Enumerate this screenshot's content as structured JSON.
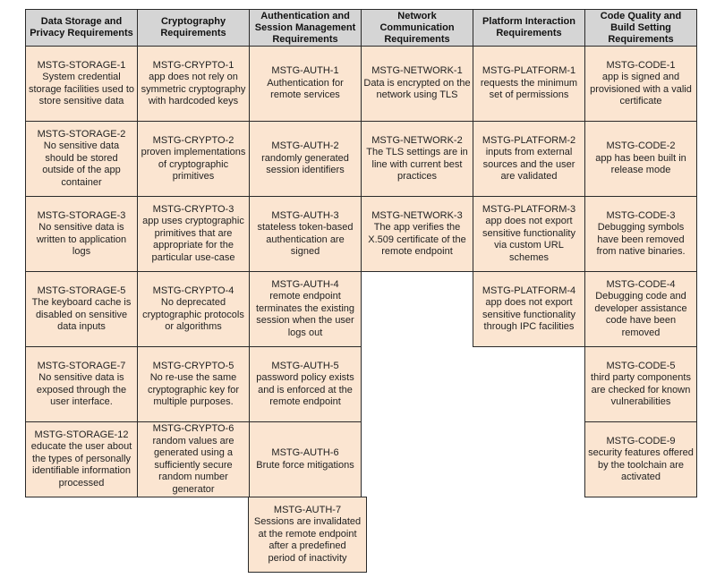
{
  "palette": {
    "page_bg": "#ffffff",
    "header_bg": "#d5d5d5",
    "cell_bg": "#fbe5d1",
    "border": "#2a2a2a",
    "text": "#1f1f1f"
  },
  "table": {
    "columns": [
      {
        "key": "storage",
        "header": "Data Storage and Privacy Requirements",
        "cells": [
          {
            "id": "MSTG-STORAGE-1",
            "text": "System credential storage facilities used to store sensitive data"
          },
          {
            "id": "MSTG-STORAGE-2",
            "text": "No sensitive data should be stored outside of the app container"
          },
          {
            "id": "MSTG-STORAGE-3",
            "text": "No sensitive data is written to application logs"
          },
          {
            "id": "MSTG-STORAGE-5",
            "text": "The keyboard cache is disabled on sensitive data inputs"
          },
          {
            "id": "MSTG-STORAGE-7",
            "text": "No sensitive data is exposed through the user interface."
          },
          {
            "id": "MSTG-STORAGE-12",
            "text": "educate the user about the types of personally identifiable information processed"
          }
        ]
      },
      {
        "key": "crypto",
        "header": "Cryptography Requirements",
        "cells": [
          {
            "id": "MSTG-CRYPTO-1",
            "text": "app does not rely on symmetric cryptography with hardcoded keys"
          },
          {
            "id": "MSTG-CRYPTO-2",
            "text": "proven implementations of cryptographic primitives"
          },
          {
            "id": "MSTG-CRYPTO-3",
            "text": "app uses cryptographic primitives that are appropriate for the particular use-case"
          },
          {
            "id": "MSTG-CRYPTO-4",
            "text": "No deprecated cryptographic protocols or algorithms"
          },
          {
            "id": "MSTG-CRYPTO-5",
            "text": "No re-use the same cryptographic key for multiple purposes."
          },
          {
            "id": "MSTG-CRYPTO-6",
            "text": "random values are generated using a sufficiently secure random number generator"
          }
        ]
      },
      {
        "key": "auth",
        "header": "Authentication and Session Management Requirements",
        "cells": [
          {
            "id": "MSTG-AUTH-1",
            "text": "Authentication for remote services"
          },
          {
            "id": "MSTG-AUTH-2",
            "text": "randomly generated session identifiers"
          },
          {
            "id": "MSTG-AUTH-3",
            "text": "stateless token-based authentication are signed"
          },
          {
            "id": "MSTG-AUTH-4",
            "text": "remote endpoint terminates the existing session when the user logs out"
          },
          {
            "id": "MSTG-AUTH-5",
            "text": "password policy exists and is enforced at the remote endpoint"
          },
          {
            "id": "MSTG-AUTH-6",
            "text": "Brute force mitigations"
          },
          {
            "id": "MSTG-AUTH-7",
            "text": "Sessions are invalidated at the remote endpoint after a predefined period of inactivity"
          }
        ]
      },
      {
        "key": "network",
        "header": "Network Communication Requirements",
        "cells": [
          {
            "id": "MSTG-NETWORK-1",
            "text": "Data is encrypted on the network using TLS"
          },
          {
            "id": "MSTG-NETWORK-2",
            "text": "The TLS settings are in line with current best practices"
          },
          {
            "id": "MSTG-NETWORK-3",
            "text": "The app verifies the X.509 certificate of the remote endpoint"
          }
        ]
      },
      {
        "key": "platform",
        "header": "Platform Interaction Requirements",
        "cells": [
          {
            "id": "MSTG-PLATFORM-1",
            "text": "requests the minimum set of permissions"
          },
          {
            "id": "MSTG-PLATFORM-2",
            "text": "inputs from external sources and the user are validated"
          },
          {
            "id": "MSTG-PLATFORM-3",
            "text": "app does not export sensitive functionality via custom URL schemes"
          },
          {
            "id": "MSTG-PLATFORM-4",
            "text": "app does not export sensitive functionality through IPC facilities"
          }
        ]
      },
      {
        "key": "code",
        "header": "Code Quality and Build Setting Requirements",
        "cells": [
          {
            "id": "MSTG-CODE-1",
            "text": "app is signed and provisioned with a valid certificate"
          },
          {
            "id": "MSTG-CODE-2",
            "text": "app has been built in release mode"
          },
          {
            "id": "MSTG-CODE-3",
            "text": "Debugging symbols have been removed from native binaries."
          },
          {
            "id": "MSTG-CODE-4",
            "text": "Debugging code and developer assistance code have been removed"
          },
          {
            "id": "MSTG-CODE-5",
            "text": "third party components are checked for known vulnerabilities"
          },
          {
            "id": "MSTG-CODE-9",
            "text": "security features offered by the toolchain are activated"
          }
        ]
      }
    ]
  }
}
